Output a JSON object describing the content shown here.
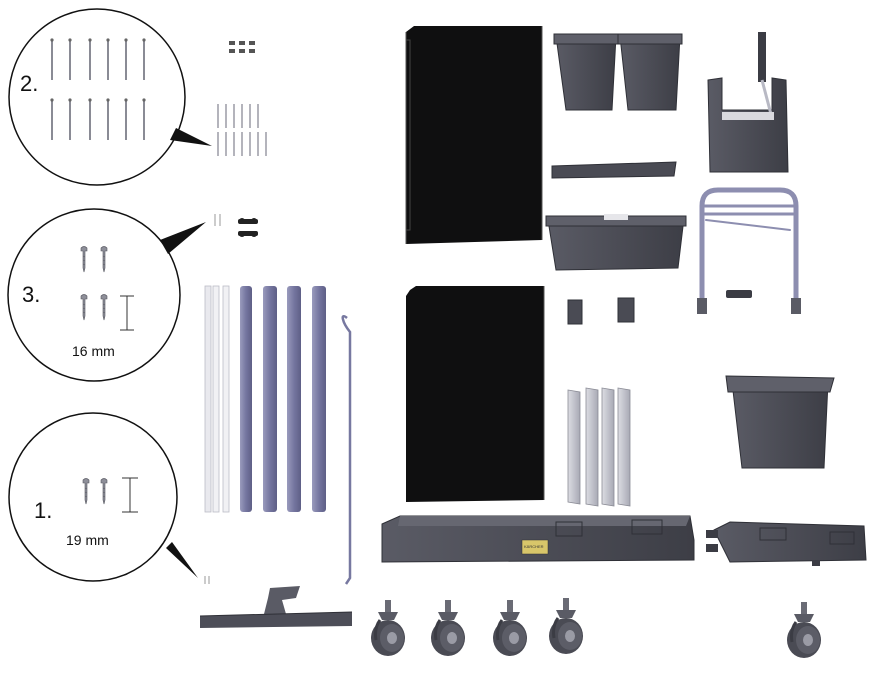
{
  "callouts": [
    {
      "number": "2.",
      "size": ""
    },
    {
      "number": "3.",
      "size": "16 mm"
    },
    {
      "number": "1.",
      "size": "19 mm"
    }
  ],
  "brand": "KÄRCHER",
  "colors": {
    "panel": "#111111",
    "dark_part": "#4a4b54",
    "dark_part_edge": "#2f3037",
    "rod": "#7e7fa6",
    "rod_light": "#a9aac4",
    "frame": "#8d8eb0",
    "light_panel": "#c9cad3",
    "line": "#222222"
  }
}
